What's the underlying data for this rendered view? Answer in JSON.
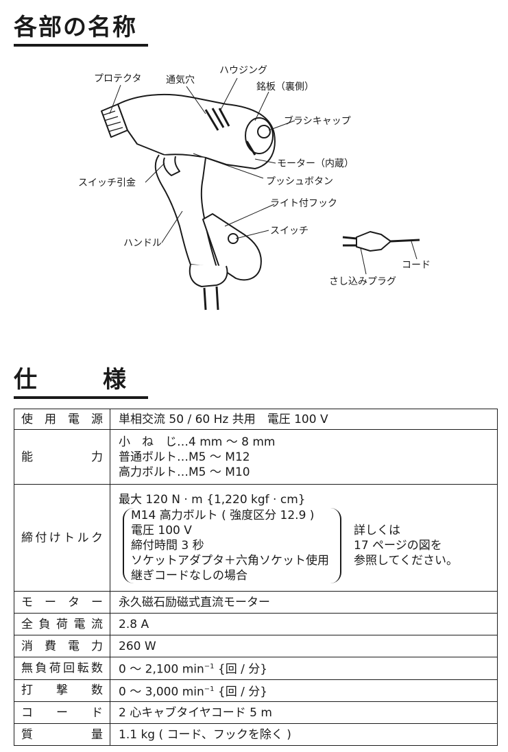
{
  "parts_title": "各部の名称",
  "spec_title": {
    "c1": "仕",
    "c2": "様"
  },
  "labels": {
    "protector": "プロテクタ",
    "vent": "通気穴",
    "housing": "ハウジング",
    "nameplate": "銘板（裏側）",
    "brush_cap": "ブラシキャップ",
    "motor": "モーター（内蔵）",
    "switch_trigger": "スイッチ引金",
    "push_button": "プッシュボタン",
    "light_hook": "ライト付フック",
    "switch": "スイッチ",
    "handle": "ハンドル",
    "cord": "コード",
    "plug": "さし込みプラグ"
  },
  "spec": {
    "power": {
      "key": [
        "使",
        "用",
        "電",
        "源"
      ],
      "value": "単相交流 50 / 60 Hz 共用　電圧 100 V"
    },
    "capacity": {
      "key": [
        "能",
        "力"
      ],
      "lines": [
        "小　ね　じ…4 mm 〜 8 mm",
        "普通ボルト…M5 〜 M12",
        "高力ボルト…M5 〜 M10"
      ]
    },
    "torque": {
      "key": [
        "締",
        "付",
        "け",
        "ト",
        "ル",
        "ク"
      ],
      "max": "最大 120 N · m {1,220 kgf · cm}",
      "conditions": [
        "M14 高力ボルト ( 強度区分 12.9 )",
        "電圧 100 V",
        "締付時間 3 秒",
        "ソケットアダプタ＋六角ソケット使用",
        "継ぎコードなしの場合"
      ],
      "note": [
        "詳しくは",
        "17 ページの図を",
        "参照してください。"
      ]
    },
    "motor": {
      "key": [
        "モ",
        "ー",
        "タ",
        "ー"
      ],
      "value": "永久磁石励磁式直流モーター"
    },
    "current": {
      "key": [
        "全",
        "負",
        "荷",
        "電",
        "流"
      ],
      "value": "2.8 A"
    },
    "consumption": {
      "key": [
        "消",
        "費",
        "電",
        "力"
      ],
      "value": "260 W"
    },
    "rpm": {
      "key": [
        "無",
        "負",
        "荷",
        "回",
        "転",
        "数"
      ],
      "value_a": "0 〜 2,100 min",
      "sup": "−1",
      "value_b": " {回 / 分}"
    },
    "blows": {
      "key": [
        "打",
        "撃",
        "数"
      ],
      "value_a": "0 〜 3,000 min",
      "sup": "−1",
      "value_b": " {回 / 分}"
    },
    "cord": {
      "key": [
        "コ",
        "ー",
        "ド"
      ],
      "value": "2 心キャブタイヤコード 5 m"
    },
    "mass": {
      "key": [
        "質",
        "量"
      ],
      "value": "1.1 kg ( コード、フックを除く )"
    }
  }
}
